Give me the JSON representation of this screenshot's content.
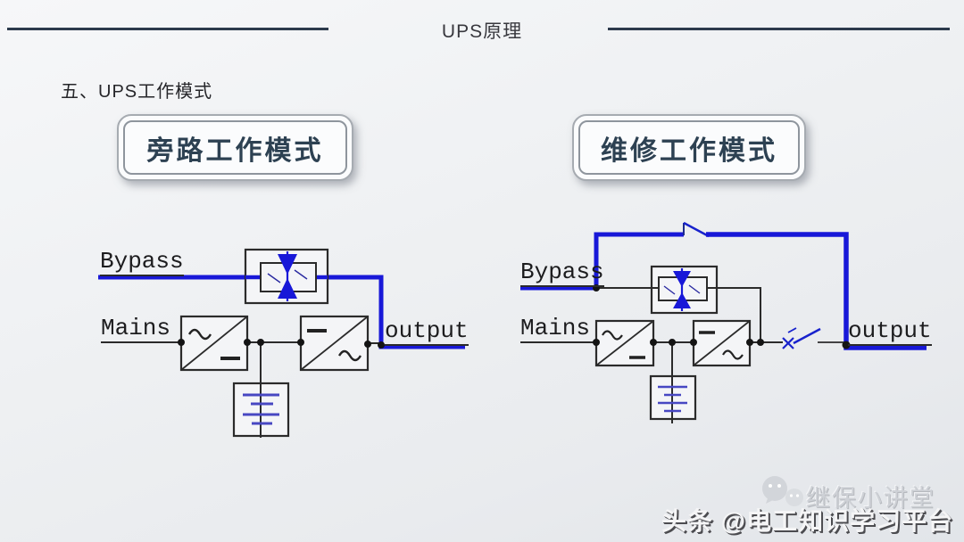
{
  "slide": {
    "header": {
      "title": "UPS原理"
    },
    "section_heading": "五、UPS工作模式",
    "left_panel": {
      "title": "旁路工作模式",
      "labels": {
        "bypass": "Bypass",
        "mains": "Mains",
        "output": "output"
      }
    },
    "right_panel": {
      "title": "维修工作模式",
      "labels": {
        "bypass": "Bypass",
        "mains": "Mains",
        "output": "output"
      }
    },
    "watermark": {
      "logo": "继保小讲堂",
      "credit": "头条 @电工知识学习平台"
    },
    "colors": {
      "wire_blue": "#1818d8",
      "battery_blue": "#4747c2",
      "wire_dark": "#2b2b2b",
      "rule": "#2c3a4c",
      "box_title_text": "#2d4152"
    }
  }
}
